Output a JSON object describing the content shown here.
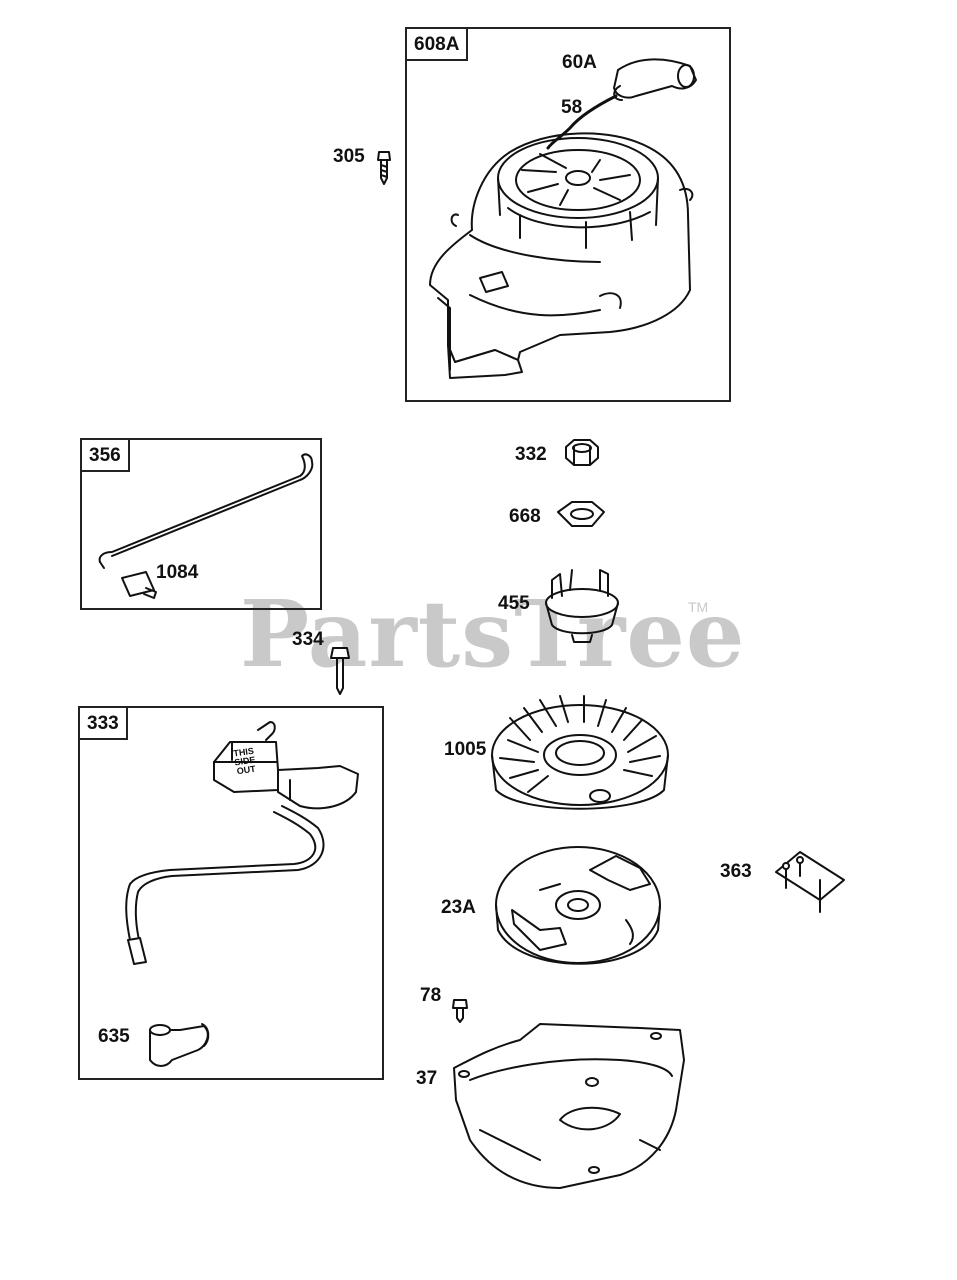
{
  "watermark": {
    "text": "PartsTree",
    "tm": "TM"
  },
  "boxes": {
    "b608A": "608A",
    "b356": "356",
    "b333": "333"
  },
  "labels": {
    "l60A": "60A",
    "l58": "58",
    "l305": "305",
    "l332": "332",
    "l668": "668",
    "l1084": "1084",
    "l455": "455",
    "l334": "334",
    "l1005": "1005",
    "l363": "363",
    "l23A": "23A",
    "l78": "78",
    "l635": "635",
    "l37": "37"
  },
  "coil_text": "THIS SIDE OUT"
}
